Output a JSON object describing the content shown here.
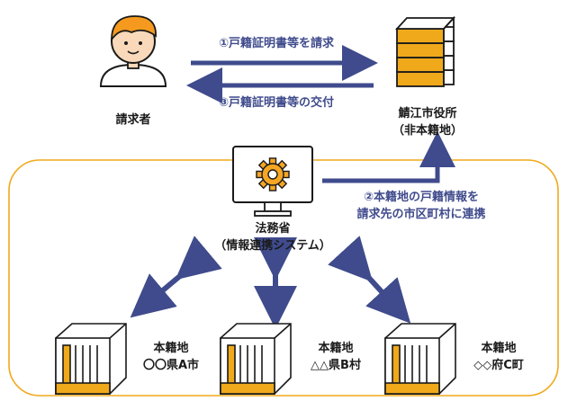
{
  "requester": {
    "label": "請求者"
  },
  "arrows": {
    "request": "①戸籍証明書等を請求",
    "issue": "③戸籍証明書等の交付",
    "link_line1": "②本籍地の戸籍情報を",
    "link_line2": "請求先の市区町村に連携"
  },
  "sabae": {
    "line1": "鯖江市役所",
    "line2": "（非本籍地）"
  },
  "moj": {
    "line1": "法務省",
    "line2": "（情報連携システム）"
  },
  "registries": [
    {
      "line1": "本籍地",
      "line2": "〇〇県A市"
    },
    {
      "line1": "本籍地",
      "line2": "△△県B村"
    },
    {
      "line1": "本籍地",
      "line2": "◇◇府C町"
    }
  ],
  "colors": {
    "arrow": "#3f4b8c",
    "accent": "#f0a91b",
    "gear": "#f5a623",
    "skin": "#f9d9b9",
    "hair": "#f59a1e"
  }
}
